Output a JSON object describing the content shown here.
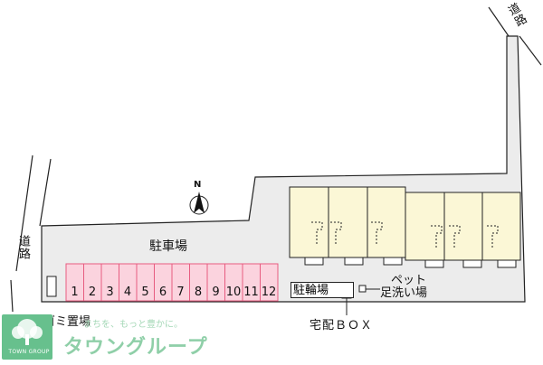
{
  "labels": {
    "parking": "駐車場",
    "road_right": "道路",
    "road_left": "道路",
    "bike_parking": "駐輪場",
    "pet": "ペット",
    "foot_wash": "足洗い場",
    "garbage": "ゴミ置場",
    "delivery_box": "宅配ＢＯＸ",
    "north": "N"
  },
  "parking_slots": [
    "1",
    "2",
    "3",
    "4",
    "5",
    "6",
    "7",
    "8",
    "9",
    "10",
    "11",
    "12"
  ],
  "colors": {
    "lot_fill": "#ececec",
    "building_fill": "#fbf7d6",
    "parking_fill": "#fbd3de",
    "parking_line": "#e75c80",
    "logo_green": "#67c08d"
  },
  "logo": {
    "small_text": "TOWN GROUP",
    "slogan": "まちを、もっと豊かに。",
    "name": "タウングループ"
  }
}
